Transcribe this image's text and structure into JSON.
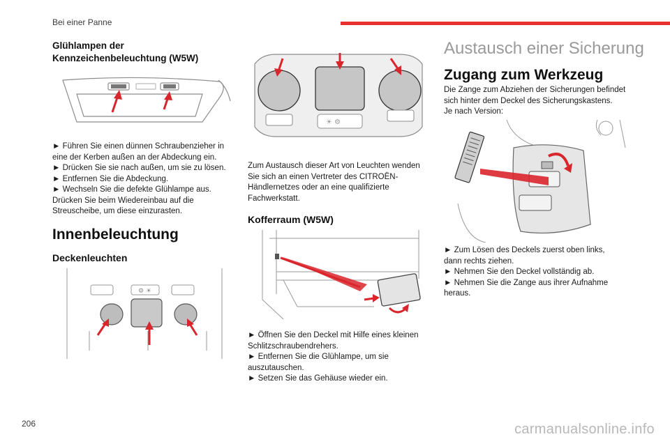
{
  "header": {
    "section_title": "Bei einer Panne",
    "accent_color": "#e8312f"
  },
  "page_number": "206",
  "col1": {
    "heading_plate": [
      "Glühlampen der",
      "Kennzeichenbeleuchtung (W5W)"
    ],
    "plate_steps": [
      "► Führen Sie einen dünnen Schraubenzieher in",
      "eine der Kerben außen an der Abdeckung ein.",
      "► Drücken Sie sie nach außen, um sie zu lösen.",
      "► Entfernen Sie die Abdeckung.",
      "► Wechseln Sie die defekte Glühlampe aus.",
      "Drücken Sie beim Wiedereinbau auf die",
      "Streuscheibe, um diese einzurasten."
    ],
    "heading_interior": "Innenbeleuchtung",
    "heading_ceiling": "Deckenleuchten"
  },
  "col2": {
    "dealer_text": [
      "Zum Austausch dieser Art von Leuchten wenden",
      "Sie sich an einen Vertreter des CITROËN-",
      "Händlernetzes oder an eine qualifizierte",
      "Fachwerkstatt."
    ],
    "heading_trunk": "Kofferraum (W5W)",
    "trunk_steps": [
      "► Öffnen Sie den Deckel mit Hilfe eines kleinen",
      "Schlitzschraubendrehers.",
      "► Entfernen Sie die Glühlampe, um sie",
      "auszutauschen.",
      "► Setzen Sie das Gehäuse wieder ein."
    ]
  },
  "col3": {
    "heading_fuse": "Austausch einer Sicherung",
    "heading_tool": "Zugang zum Werkzeug",
    "tool_intro": [
      "Die Zange zum Abziehen der Sicherungen befindet",
      "sich hinter dem Deckel des Sicherungskastens.",
      "Je nach Version:"
    ],
    "tool_steps": [
      "► Zum Lösen des Deckels zuerst oben links,",
      "dann rechts ziehen.",
      "► Nehmen Sie den Deckel vollständig ab.",
      "► Nehmen Sie die Zange aus ihrer Aufnahme",
      "heraus."
    ]
  },
  "watermark": "carmanualsonline.info",
  "colors": {
    "arrow_red": "#d9262c",
    "line_grey": "#8c8c8c",
    "heading_grey": "#9a9a9a"
  }
}
